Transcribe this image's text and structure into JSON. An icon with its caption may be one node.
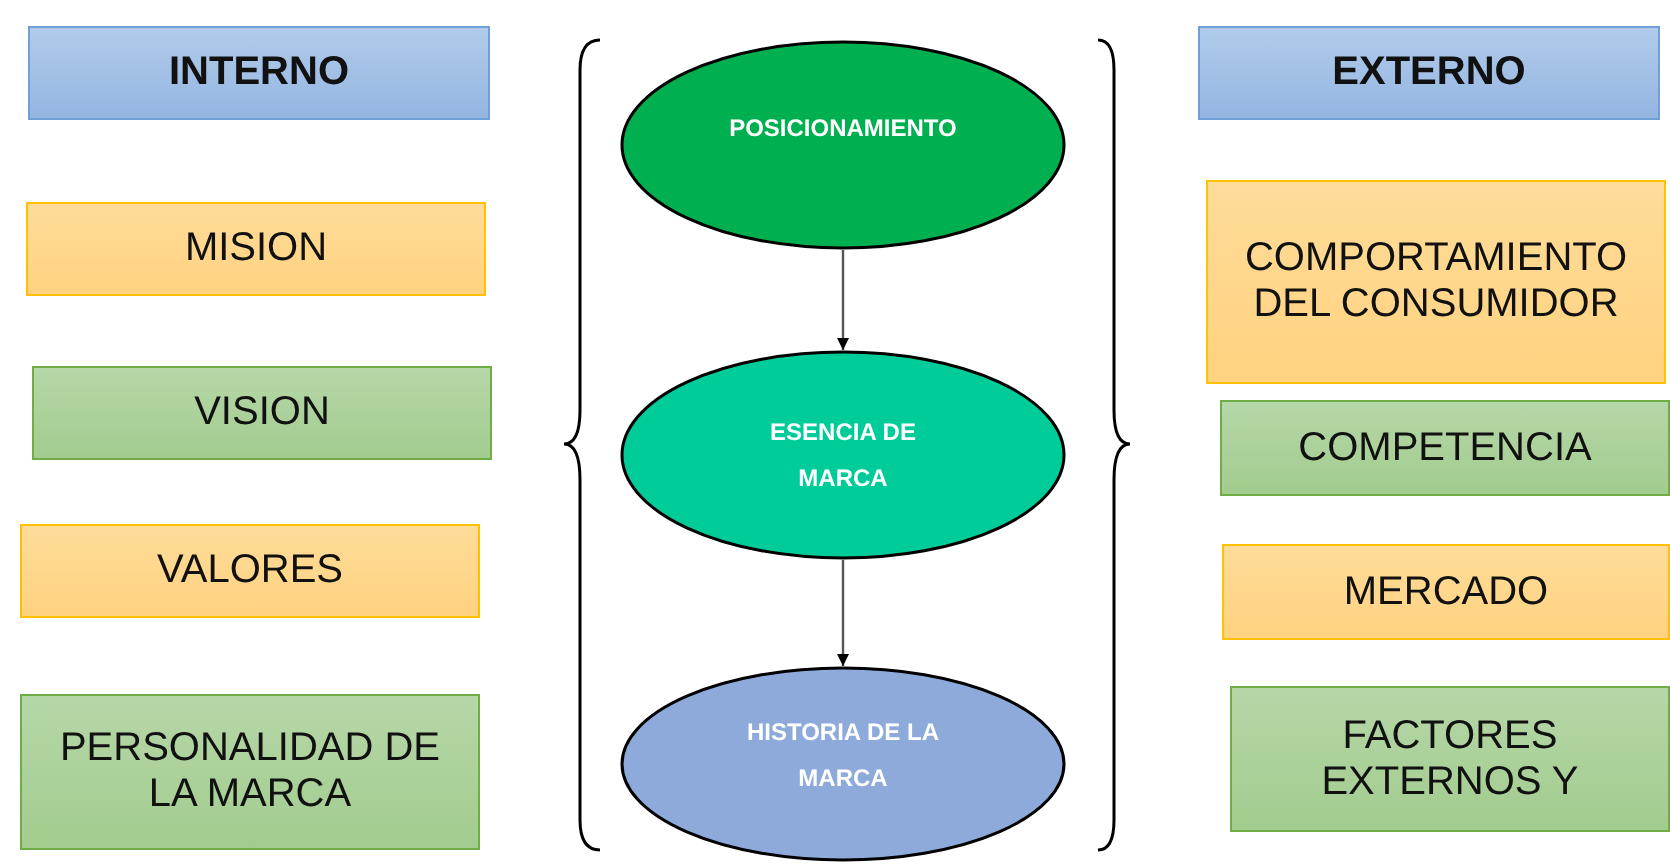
{
  "diagram": {
    "nodes": [
      {
        "text": [
          "INTERNO"
        ]
      },
      {
        "text": [
          "MISION"
        ]
      },
      {
        "text": [
          "VISION"
        ]
      },
      {
        "text": [
          "VALORES"
        ]
      },
      {
        "text": [
          "PERSONALIDAD DE LA MARCA"
        ]
      },
      {
        "text": [
          "POSICIONAMIENTO"
        ]
      },
      {
        "text": [
          "ESENCIA DE MARCA"
        ]
      },
      {
        "text": [
          "HISTORIA DE LA MARCA"
        ]
      },
      {
        "text": [
          "EXTERNO"
        ]
      },
      {
        "text": [
          "COMPORTAMIENTO DEL CONSUMIDOR"
        ]
      },
      {
        "text": [
          "COMPETENCIA"
        ]
      },
      {
        "text": [
          "MERCADO"
        ]
      },
      {
        "text": [
          "FACTORES EXTERNOS Y"
        ]
      }
    ],
    "edges": [
      {
        "from": 5,
        "to": 6,
        "arrow": "to"
      },
      {
        "from": 6,
        "to": 7,
        "arrow": "to"
      }
    ]
  }
}
